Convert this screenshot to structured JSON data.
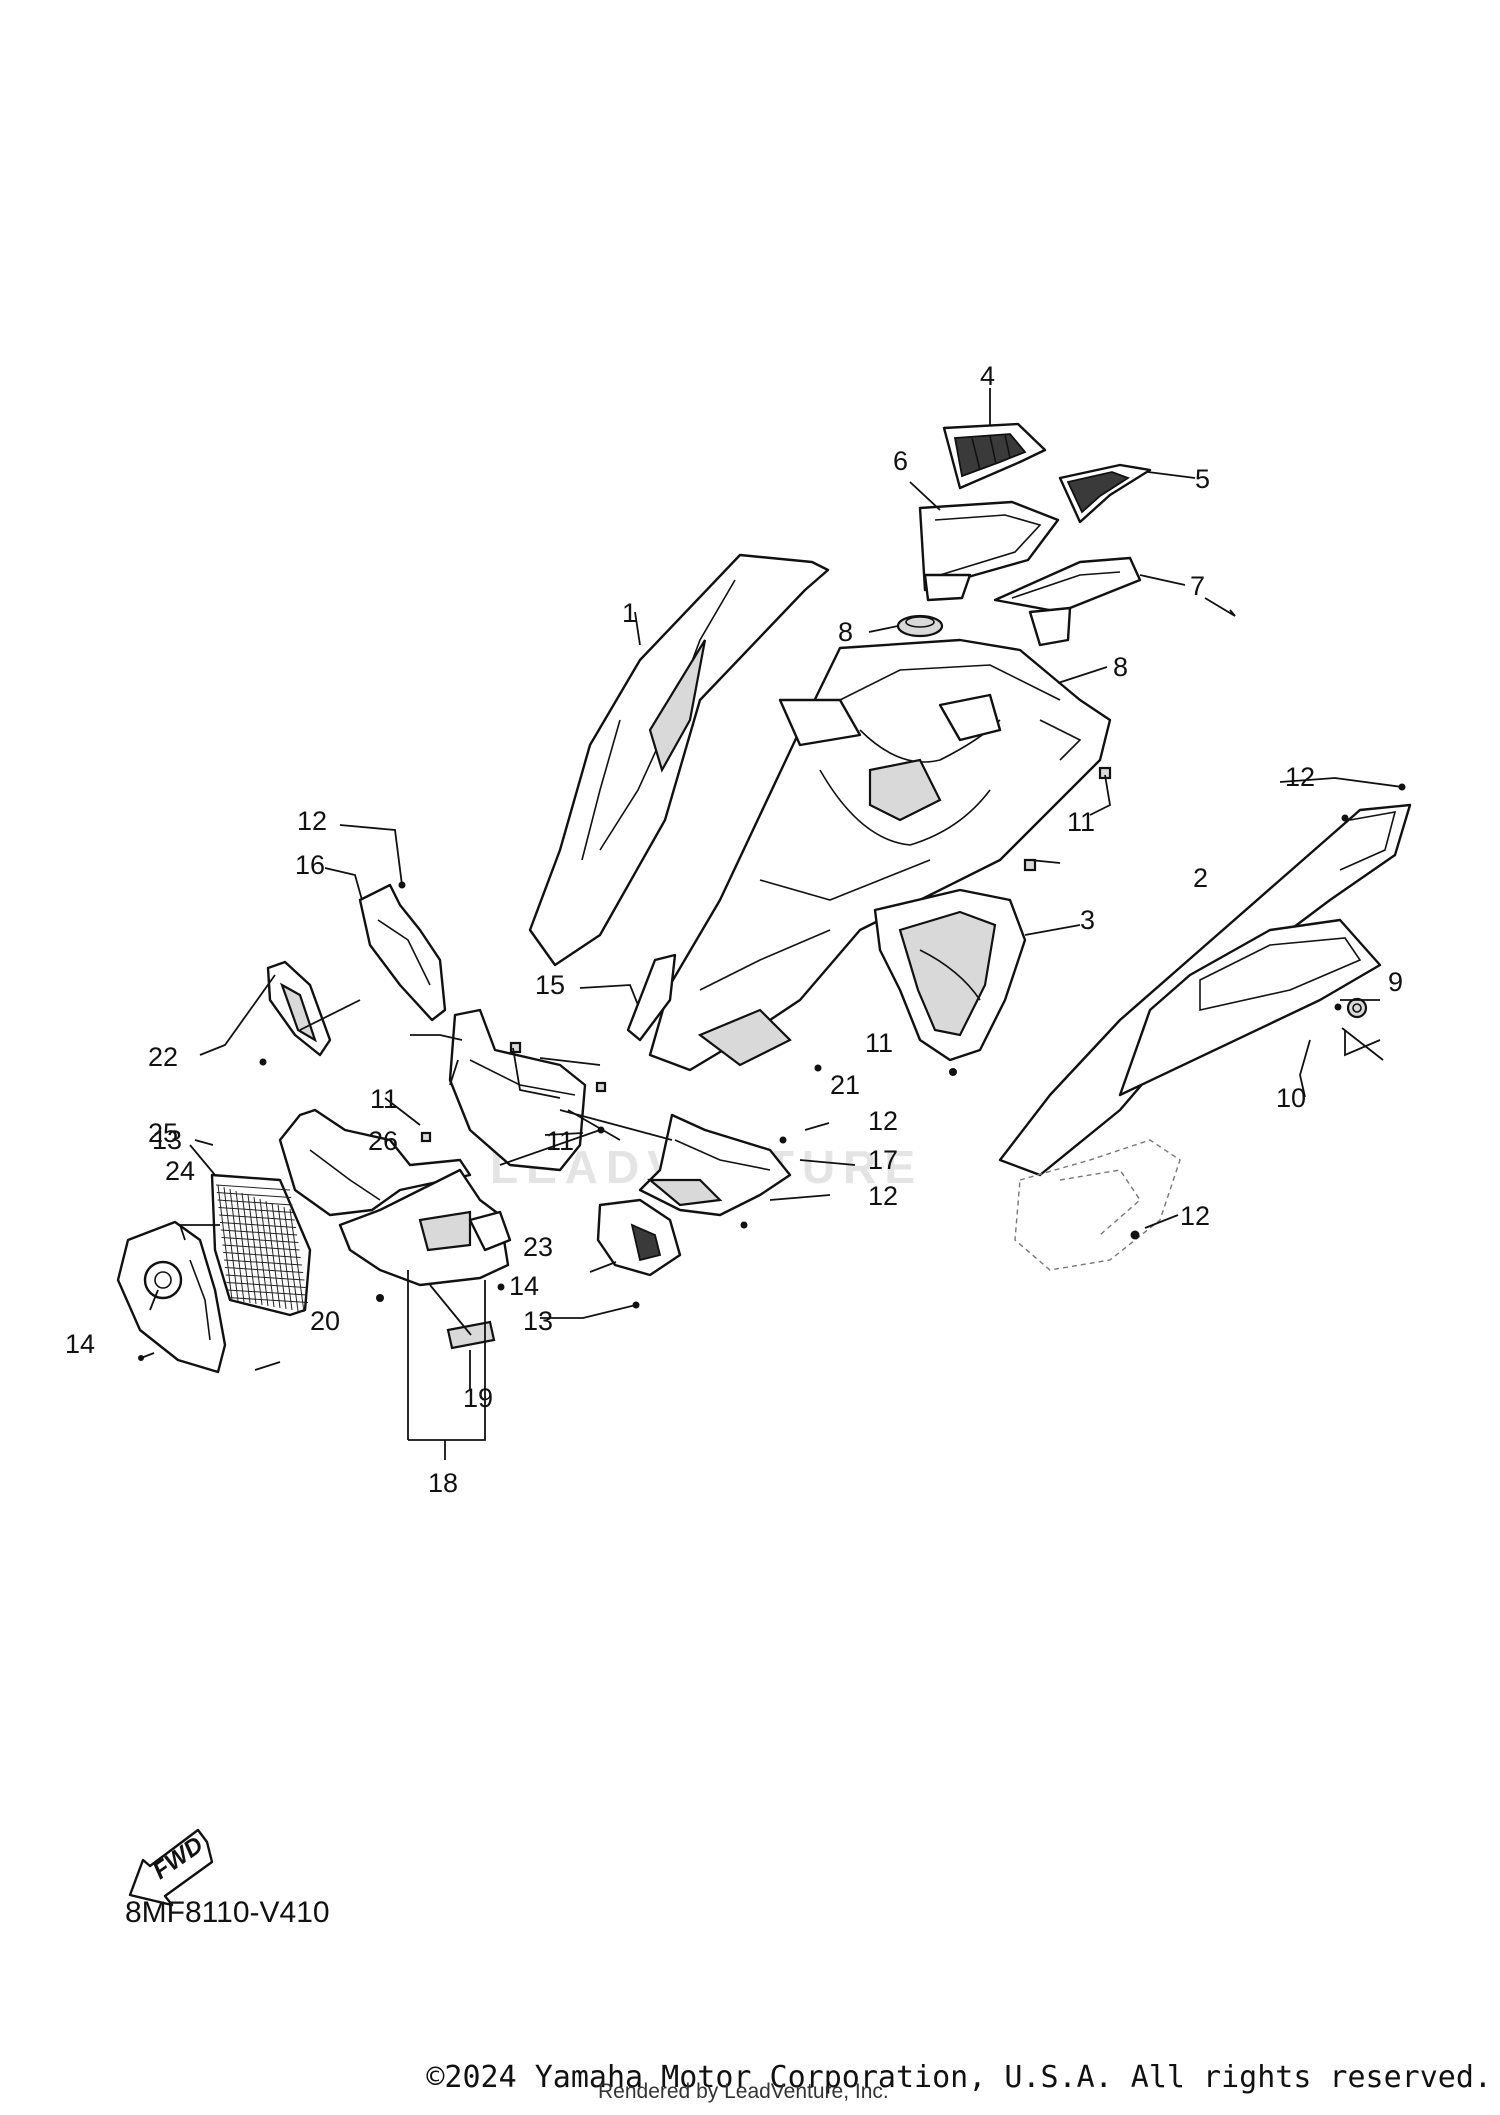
{
  "diagram": {
    "code": "8MF8110-V410",
    "fwd_label": "FWD",
    "watermark": "LEADVENTURE",
    "callouts": {
      "c1": "1",
      "c2": "2",
      "c3": "3",
      "c4": "4",
      "c5": "5",
      "c6": "6",
      "c7": "7",
      "c8a": "8",
      "c8b": "8",
      "c9": "9",
      "c10": "10",
      "c11a": "11",
      "c11b": "11",
      "c11c": "11",
      "c11d": "11",
      "c12a": "12",
      "c12b": "12",
      "c12c": "12",
      "c12d": "12",
      "c12e": "12",
      "c13a": "13",
      "c13b": "13",
      "c14a": "14",
      "c14b": "14",
      "c15": "15",
      "c16": "16",
      "c17": "17",
      "c18": "18",
      "c19": "19",
      "c20": "20",
      "c21": "21",
      "c22": "22",
      "c23": "23",
      "c24": "24",
      "c25": "25",
      "c26": "26"
    }
  },
  "footer": {
    "copyright": "©2024 Yamaha Motor Corporation, U.S.A. All rights reserved.",
    "rendered_by": "Rendered by LeadVenture, Inc."
  }
}
